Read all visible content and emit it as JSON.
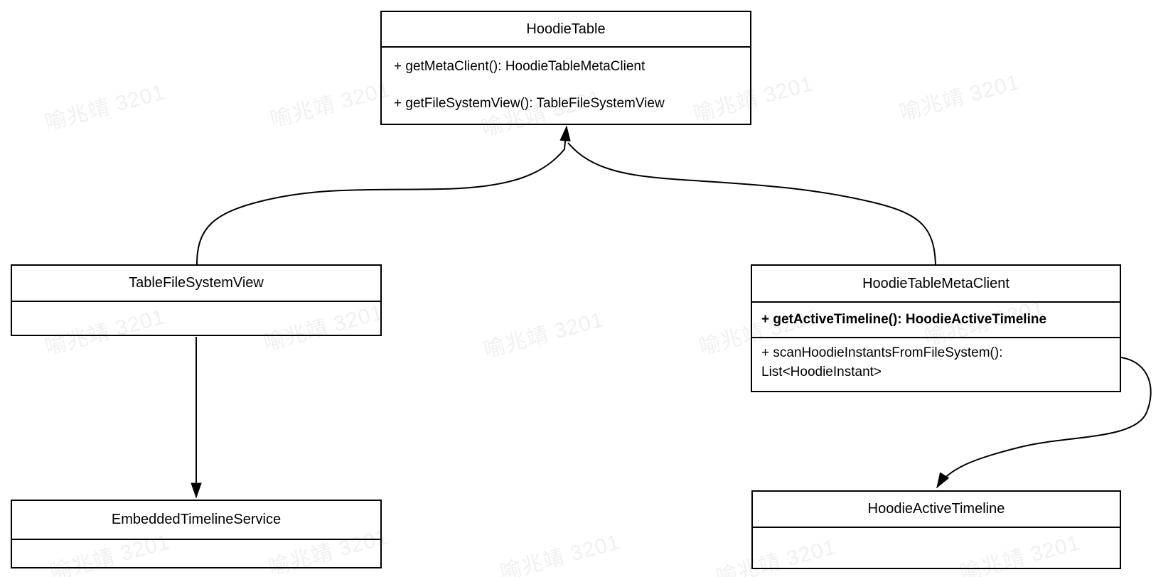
{
  "watermark": {
    "text": "喻兆靖 3201"
  },
  "colors": {
    "stroke": "#000000",
    "background": "#ffffff"
  },
  "classes": {
    "hoodie_table": {
      "title": "HoodieTable",
      "methods": [
        "+ getMetaClient(): HoodieTableMetaClient",
        "+ getFileSystemView(): TableFileSystemView"
      ]
    },
    "table_file_system_view": {
      "title": "TableFileSystemView",
      "methods": []
    },
    "hoodie_table_meta_client": {
      "title": "HoodieTableMetaClient",
      "methods": [
        "+ getActiveTimeline(): HoodieActiveTimeline",
        "+ scanHoodieInstantsFromFileSystem(): List<HoodieInstant>"
      ]
    },
    "embedded_timeline_service": {
      "title": "EmbeddedTimelineService",
      "methods": []
    },
    "hoodie_active_timeline": {
      "title": "HoodieActiveTimeline",
      "methods": []
    }
  },
  "relations": [
    {
      "from": "TableFileSystemView",
      "to": "HoodieTable",
      "type": "arrow"
    },
    {
      "from": "HoodieTableMetaClient",
      "to": "HoodieTable",
      "type": "arrow"
    },
    {
      "from": "TableFileSystemView",
      "to": "EmbeddedTimelineService",
      "type": "arrow"
    },
    {
      "from": "HoodieTableMetaClient",
      "to": "HoodieActiveTimeline",
      "type": "arrow"
    }
  ]
}
